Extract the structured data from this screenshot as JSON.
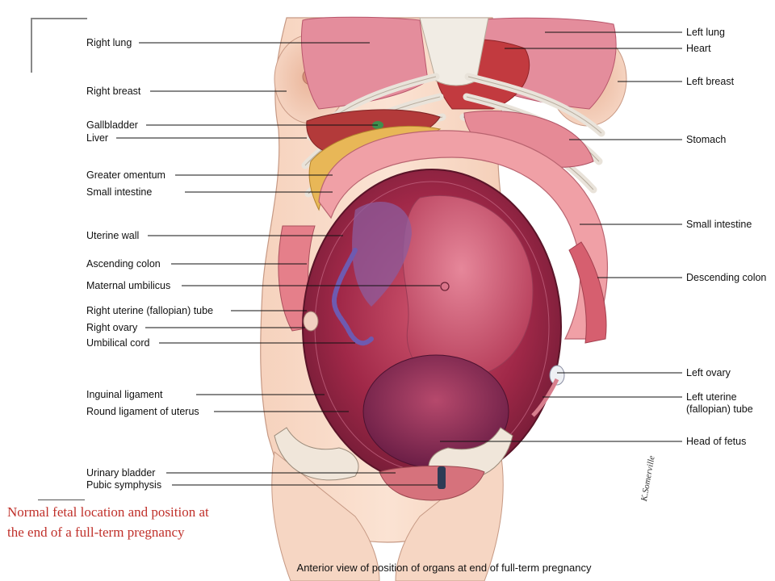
{
  "figure": {
    "title": "Anterior view of position of organs at end of full-term pregnancy",
    "caption": "Normal fetal location and position at the end of a full-term pregnancy",
    "signature": "K.Somerville"
  },
  "labels_left": [
    {
      "id": "right-lung",
      "text": "Right lung"
    },
    {
      "id": "right-breast",
      "text": "Right breast"
    },
    {
      "id": "gallbladder",
      "text": "Gallbladder"
    },
    {
      "id": "liver",
      "text": "Liver"
    },
    {
      "id": "greater-omentum",
      "text": "Greater omentum"
    },
    {
      "id": "small-intestine-left",
      "text": "Small intestine"
    },
    {
      "id": "uterine-wall",
      "text": "Uterine wall"
    },
    {
      "id": "ascending-colon",
      "text": "Ascending colon"
    },
    {
      "id": "maternal-umbilicus",
      "text": "Maternal umbilicus"
    },
    {
      "id": "right-uterine-tube",
      "text": "Right uterine (fallopian) tube"
    },
    {
      "id": "right-ovary",
      "text": "Right ovary"
    },
    {
      "id": "umbilical-cord",
      "text": "Umbilical cord"
    },
    {
      "id": "inguinal-ligament",
      "text": "Inguinal ligament"
    },
    {
      "id": "round-ligament",
      "text": "Round ligament of uterus"
    },
    {
      "id": "urinary-bladder",
      "text": "Urinary bladder"
    },
    {
      "id": "pubic-symphysis",
      "text": "Pubic symphysis"
    }
  ],
  "labels_right": [
    {
      "id": "left-lung",
      "text": "Left lung"
    },
    {
      "id": "heart",
      "text": "Heart"
    },
    {
      "id": "left-breast",
      "text": "Left breast"
    },
    {
      "id": "stomach",
      "text": "Stomach"
    },
    {
      "id": "small-intestine-right",
      "text": "Small intestine"
    },
    {
      "id": "descending-colon",
      "text": "Descending colon"
    },
    {
      "id": "left-ovary",
      "text": "Left ovary"
    },
    {
      "id": "left-uterine-tube-1",
      "text": "Left uterine"
    },
    {
      "id": "left-uterine-tube-2",
      "text": "(fallopian) tube"
    },
    {
      "id": "head-of-fetus",
      "text": "Head of fetus"
    }
  ]
}
